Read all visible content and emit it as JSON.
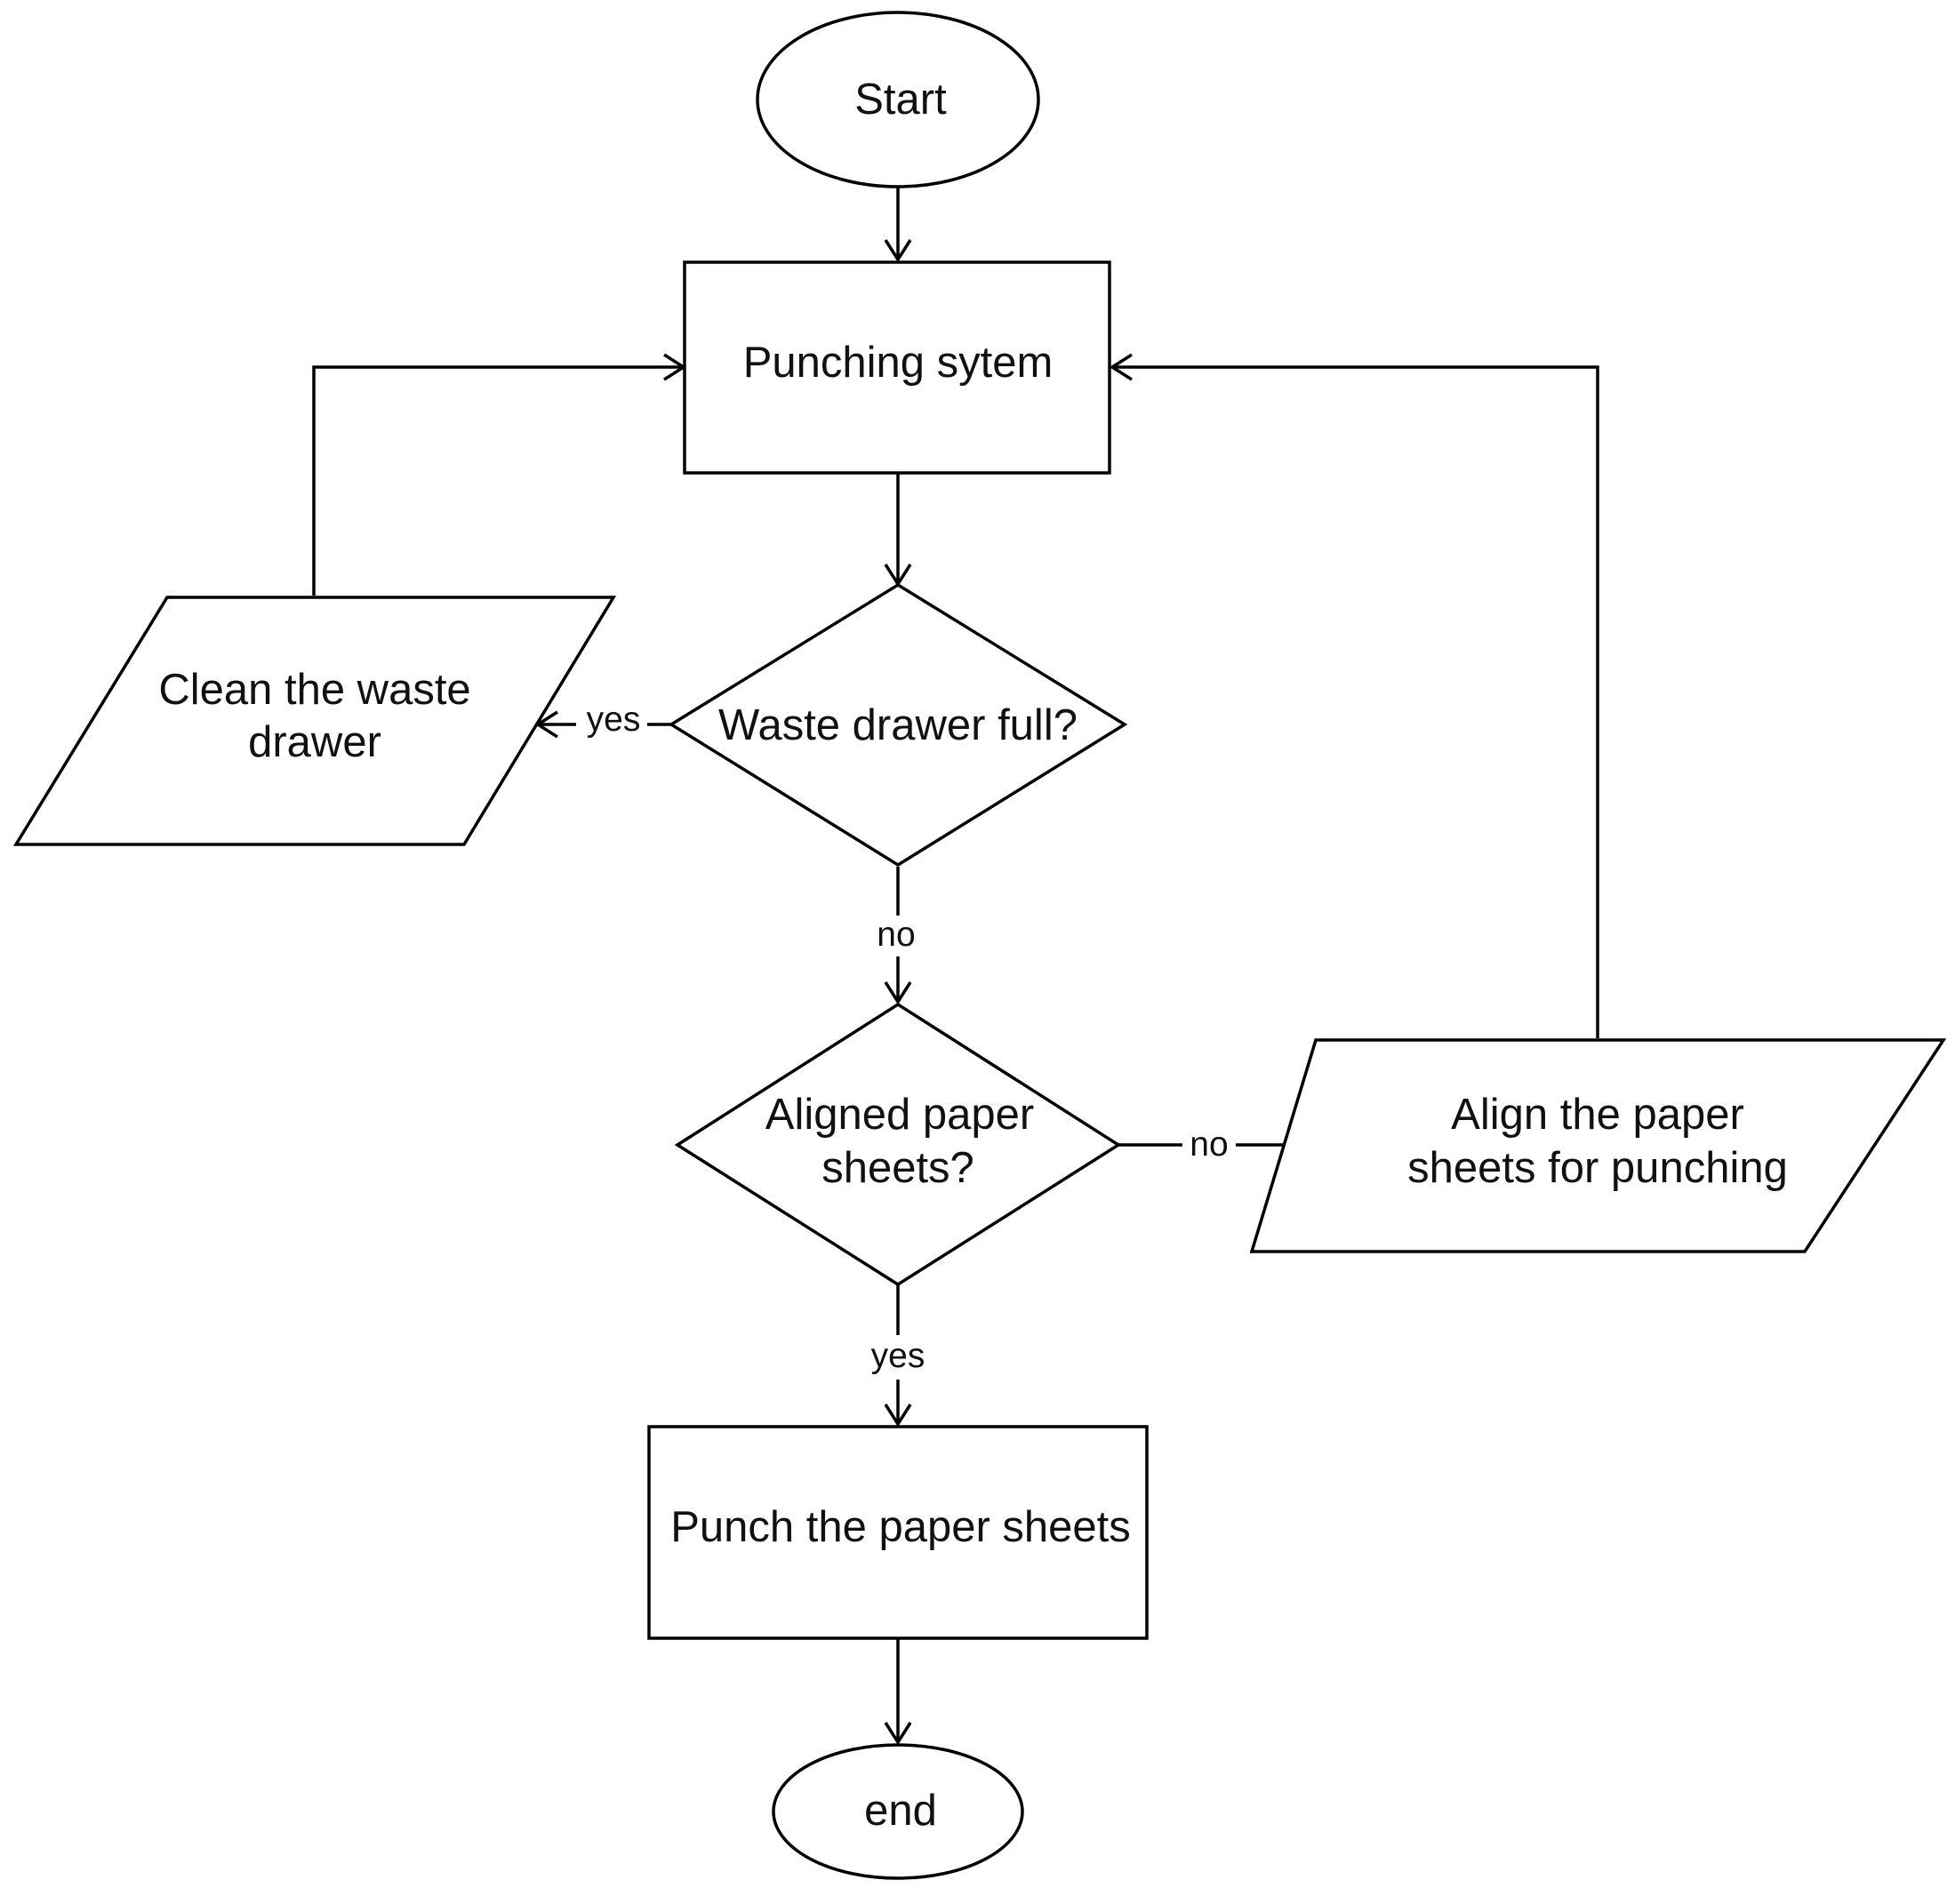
{
  "diagram": {
    "type": "flowchart",
    "nodes": {
      "start": {
        "shape": "ellipse",
        "lines": [
          "Start"
        ]
      },
      "punching_system": {
        "shape": "rectangle",
        "lines": [
          "Punching sytem"
        ]
      },
      "waste_drawer_full": {
        "shape": "diamond",
        "lines": [
          "Waste drawer full?"
        ]
      },
      "clean_waste_drawer": {
        "shape": "parallelogram",
        "lines": [
          "Clean the waste",
          "drawer"
        ]
      },
      "aligned_paper_sheets": {
        "shape": "diamond",
        "lines": [
          "Aligned paper",
          "sheets?"
        ]
      },
      "align_paper_sheets": {
        "shape": "parallelogram",
        "lines": [
          "Align the paper",
          "sheets for punching"
        ]
      },
      "punch_paper_sheets": {
        "shape": "rectangle",
        "lines": [
          "Punch the paper sheets"
        ]
      },
      "end": {
        "shape": "ellipse",
        "lines": [
          "end"
        ]
      }
    },
    "edges": [
      {
        "from": "start",
        "to": "punching_system",
        "label": ""
      },
      {
        "from": "punching_system",
        "to": "waste_drawer_full",
        "label": ""
      },
      {
        "from": "waste_drawer_full",
        "to": "clean_waste_drawer",
        "label": "yes"
      },
      {
        "from": "clean_waste_drawer",
        "to": "punching_system",
        "label": ""
      },
      {
        "from": "waste_drawer_full",
        "to": "aligned_paper_sheets",
        "label": "no"
      },
      {
        "from": "aligned_paper_sheets",
        "to": "align_paper_sheets",
        "label": "no"
      },
      {
        "from": "align_paper_sheets",
        "to": "punching_system",
        "label": ""
      },
      {
        "from": "aligned_paper_sheets",
        "to": "punch_paper_sheets",
        "label": "yes"
      },
      {
        "from": "punch_paper_sheets",
        "to": "end",
        "label": ""
      }
    ]
  }
}
